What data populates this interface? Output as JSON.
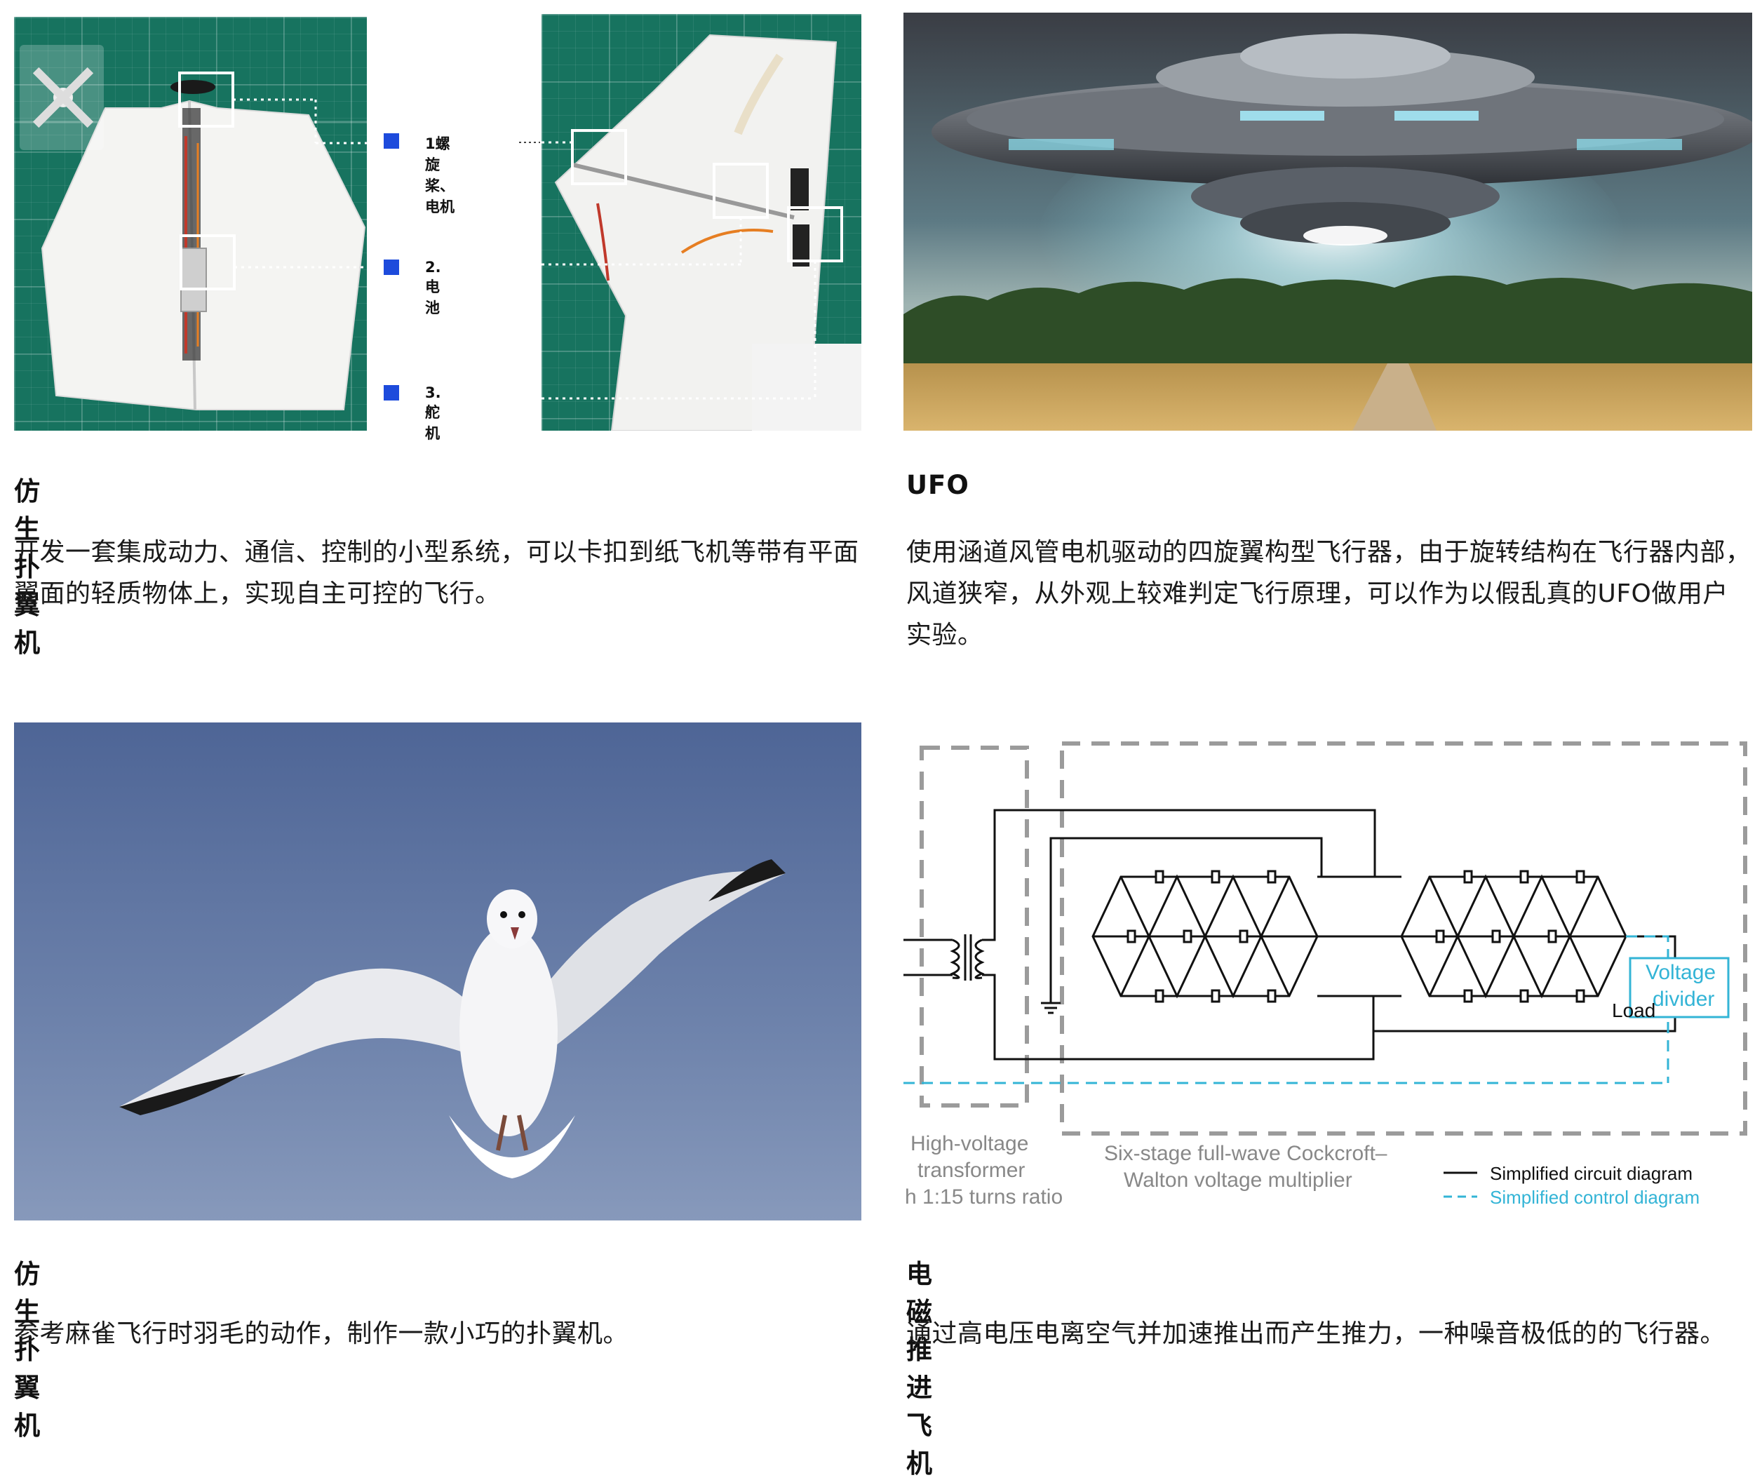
{
  "cards": [
    {
      "title": "仿生扑翼机",
      "description": "开发一套集成动力、通信、控制的小型系统，可以卡扣到纸飞机等带有平面翼面的轻质物体上，实现自主可控的飞行。",
      "legend": [
        "1螺旋桨、电机",
        "2. 电池",
        "3. 舵机"
      ]
    },
    {
      "title": "UFO",
      "description": "使用涵道风管电机驱动的四旋翼构型飞行器，由于旋转结构在飞行器内部，风道狭窄，从外观上较难判定飞行原理，可以作为以假乱真的UFO做用户实验。"
    },
    {
      "title": "仿生扑翼机",
      "description": "参考麻雀飞行时羽毛的动作，制作一款小巧的扑翼机。"
    },
    {
      "title": "电磁推进飞机",
      "description": "通过高电压电离空气并加速推出而产生推力，一种噪音极低的的飞行器。",
      "diagram": {
        "transformer_label_1": "High-voltage",
        "transformer_label_2": "transformer",
        "transformer_label_3": "h 1:15 turns ratio",
        "multiplier_label_1": "Six-stage full-wave Cockcroft–",
        "multiplier_label_2": "Walton voltage multiplier",
        "load_label": "Load",
        "divider_label_1": "Voltage",
        "divider_label_2": "divider",
        "legend_circuit": "Simplified circuit diagram",
        "legend_control": "Simplified control diagram"
      }
    }
  ],
  "colors": {
    "legend_square": "#1d4bdc",
    "control_line": "#33b4d6",
    "cutting_mat": "#17735f"
  }
}
